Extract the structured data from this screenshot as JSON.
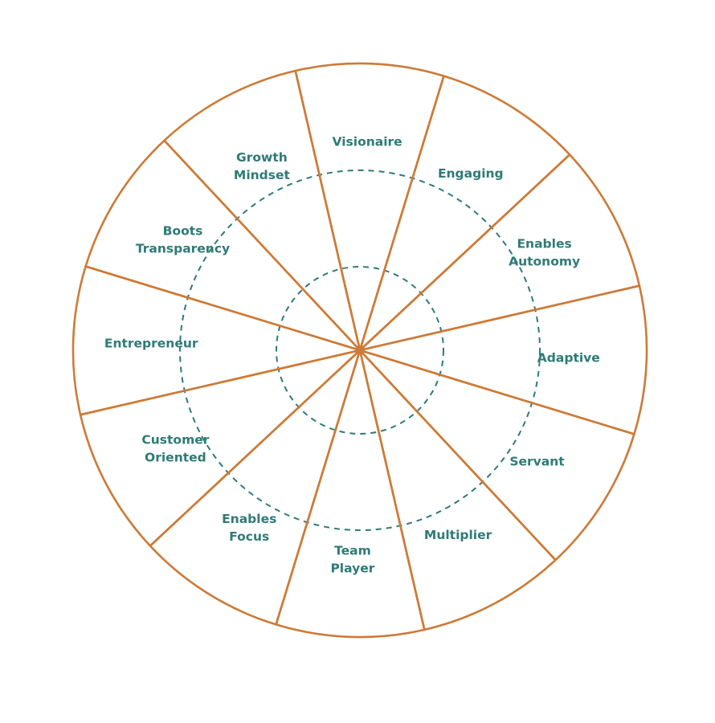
{
  "diagram": {
    "colors": {
      "segment_stroke": "#cd7a36",
      "label_text": "#2e7b76",
      "dashed_circle": "#2e7b76",
      "background": "#ffffff"
    },
    "segments": [
      {
        "lines": [
          "Visionaire"
        ]
      },
      {
        "lines": [
          "Engaging"
        ]
      },
      {
        "lines": [
          "Enables",
          "Autonomy"
        ]
      },
      {
        "lines": [
          "Adaptive"
        ]
      },
      {
        "lines": [
          "Servant"
        ]
      },
      {
        "lines": [
          "Multiplier"
        ]
      },
      {
        "lines": [
          "Team",
          "Player"
        ]
      },
      {
        "lines": [
          "Enables",
          "Focus"
        ]
      },
      {
        "lines": [
          "Customer",
          "Oriented"
        ]
      },
      {
        "lines": [
          "Entrepreneur"
        ]
      },
      {
        "lines": [
          "Boots",
          "Transparency"
        ]
      },
      {
        "lines": [
          "Growth",
          "Mindset"
        ]
      }
    ]
  }
}
